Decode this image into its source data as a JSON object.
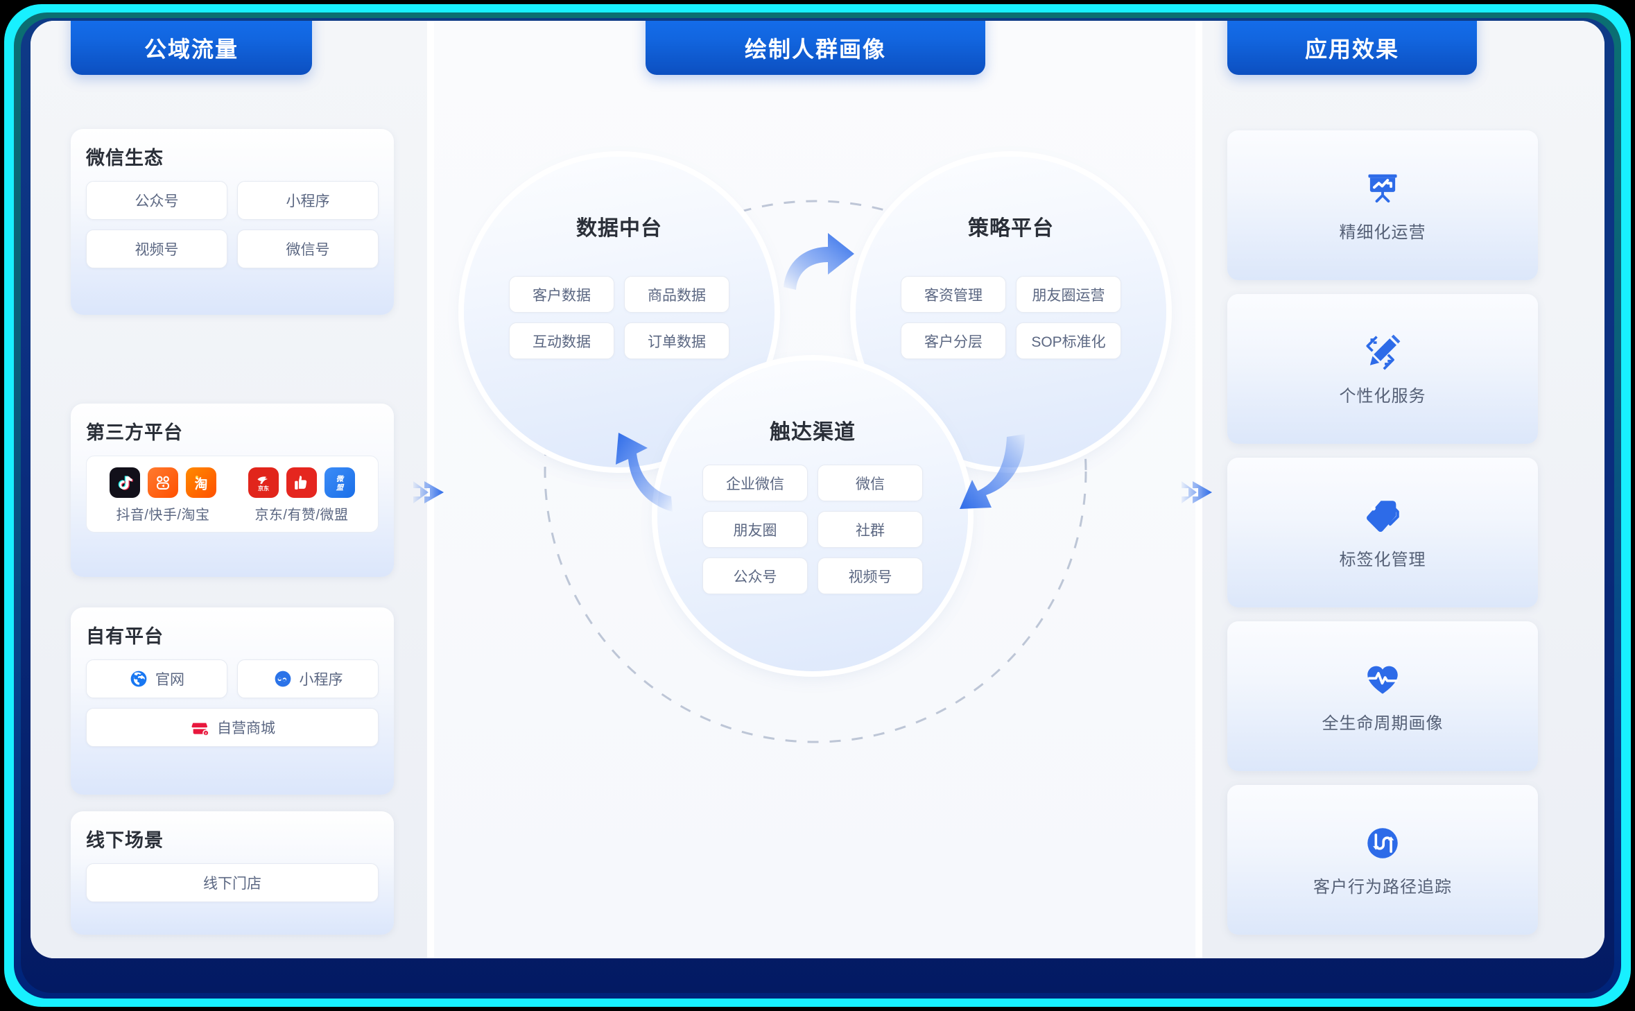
{
  "theme": {
    "accent": "#2D6BE8",
    "header_blue": "#1266E0",
    "frame_cyan": "#18F0FF",
    "chip_text": "#5B6782",
    "title_text": "#2A2F38"
  },
  "columns": {
    "left": {
      "header": "公域流量",
      "groups": [
        {
          "title": "微信生态",
          "type": "chips",
          "chips": [
            "公众号",
            "小程序",
            "视频号",
            "微信号"
          ]
        },
        {
          "title": "第三方平台",
          "type": "brands",
          "brand_groups": [
            {
              "label": "抖音/快手/淘宝",
              "icons": [
                "douyin-icon",
                "kuaishou-icon",
                "taobao-icon"
              ]
            },
            {
              "label": "京东/有赞/微盟",
              "icons": [
                "jd-icon",
                "youzan-icon",
                "weimob-icon"
              ]
            }
          ]
        },
        {
          "title": "自有平台",
          "type": "icon-chips",
          "chips": [
            {
              "label": "官网",
              "icon": "globe-icon",
              "wide": false
            },
            {
              "label": "小程序",
              "icon": "miniprogram-icon",
              "wide": false
            },
            {
              "label": "自营商城",
              "icon": "shop-icon",
              "wide": true
            }
          ]
        },
        {
          "title": "线下场景",
          "type": "chips",
          "chips": [
            "线下门店"
          ]
        }
      ]
    },
    "center": {
      "header": "绘制人群画像",
      "circles": [
        {
          "title": "数据中台",
          "chips": [
            "客户数据",
            "商品数据",
            "互动数据",
            "订单数据"
          ]
        },
        {
          "title": "策略平台",
          "chips": [
            "客资管理",
            "朋友圈运营",
            "客户分层",
            "SOP标准化"
          ]
        },
        {
          "title": "触达渠道",
          "chips": [
            "企业微信",
            "微信",
            "朋友圈",
            "社群",
            "公众号",
            "视频号"
          ]
        }
      ]
    },
    "right": {
      "header": "应用效果",
      "cards": [
        {
          "label": "精细化运营",
          "icon": "presentation-chart-icon"
        },
        {
          "label": "个性化服务",
          "icon": "pen-ruler-icon"
        },
        {
          "label": "标签化管理",
          "icon": "tags-icon"
        },
        {
          "label": "全生命周期画像",
          "icon": "heart-pulse-icon"
        },
        {
          "label": "客户行为路径追踪",
          "icon": "path-tracking-icon"
        }
      ]
    }
  },
  "flow_arrows": [
    {
      "name": "left-to-center-arrow",
      "direction": "right"
    },
    {
      "name": "center-to-right-arrow",
      "direction": "right"
    },
    {
      "name": "data-to-strategy-arrow",
      "direction": "curve-right"
    },
    {
      "name": "strategy-to-reach-arrow",
      "direction": "curve-down-left"
    },
    {
      "name": "reach-to-data-arrow",
      "direction": "curve-up-left"
    }
  ]
}
